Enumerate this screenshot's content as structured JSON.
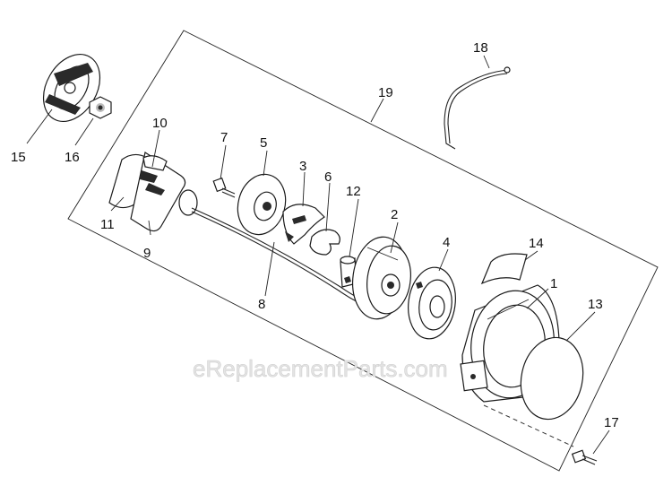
{
  "watermark": "eReplacementParts.com",
  "callouts": {
    "p1": "1",
    "p2": "2",
    "p3": "3",
    "p4": "4",
    "p5": "5",
    "p6": "6",
    "p7": "7",
    "p8": "8",
    "p9": "9",
    "p10": "10",
    "p11": "11",
    "p12": "12",
    "p13": "13",
    "p14": "14",
    "p15": "15",
    "p16": "16",
    "p17": "17",
    "p18": "18",
    "p19": "19"
  }
}
